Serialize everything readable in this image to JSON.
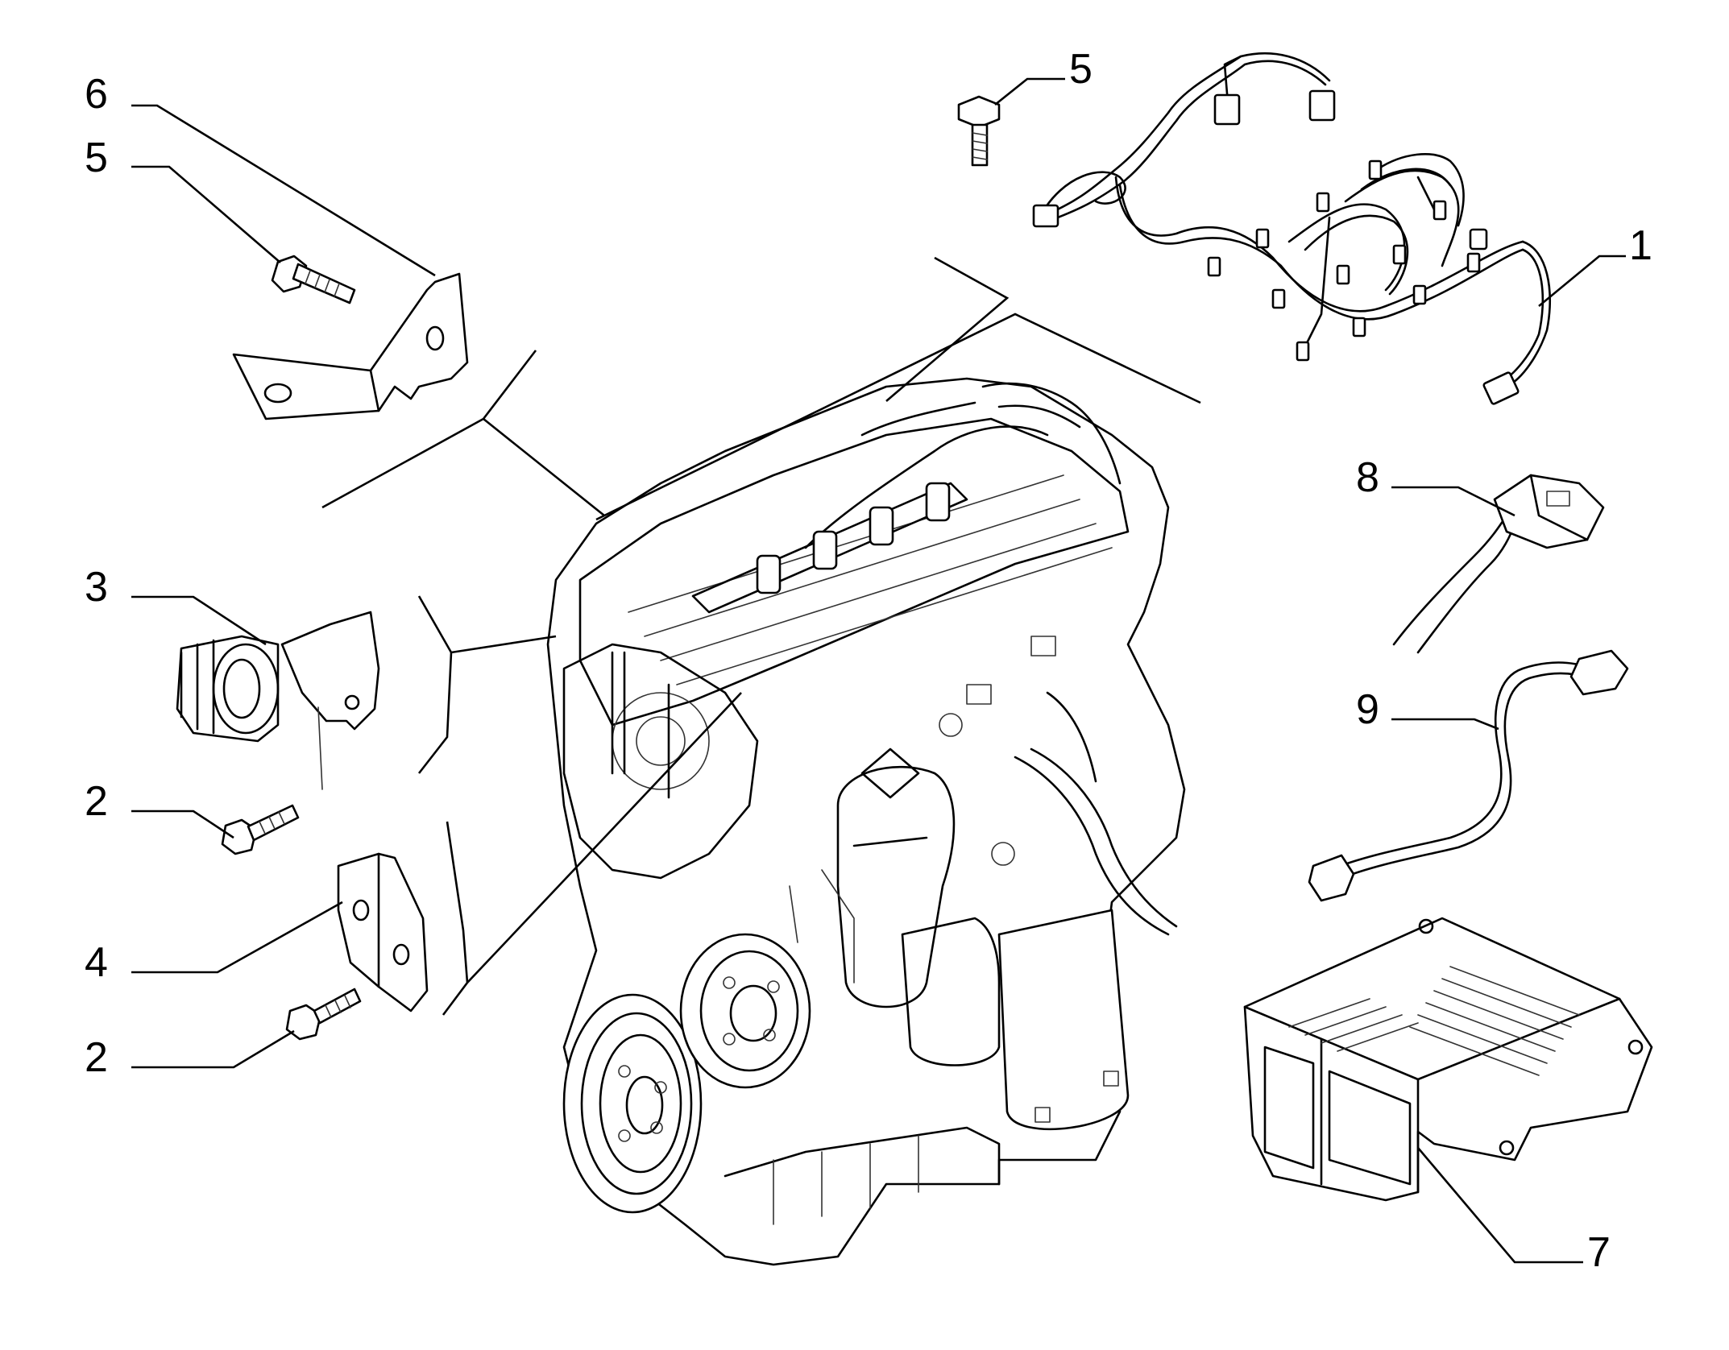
{
  "callouts": [
    {
      "id": "c6a",
      "label": "6"
    },
    {
      "id": "c5a",
      "label": "5"
    },
    {
      "id": "c5b",
      "label": "5"
    },
    {
      "id": "c1",
      "label": "1"
    },
    {
      "id": "c8",
      "label": "8"
    },
    {
      "id": "c9",
      "label": "9"
    },
    {
      "id": "c3",
      "label": "3"
    },
    {
      "id": "c2a",
      "label": "2"
    },
    {
      "id": "c4",
      "label": "4"
    },
    {
      "id": "c2b",
      "label": "2"
    },
    {
      "id": "c7",
      "label": "7"
    }
  ]
}
